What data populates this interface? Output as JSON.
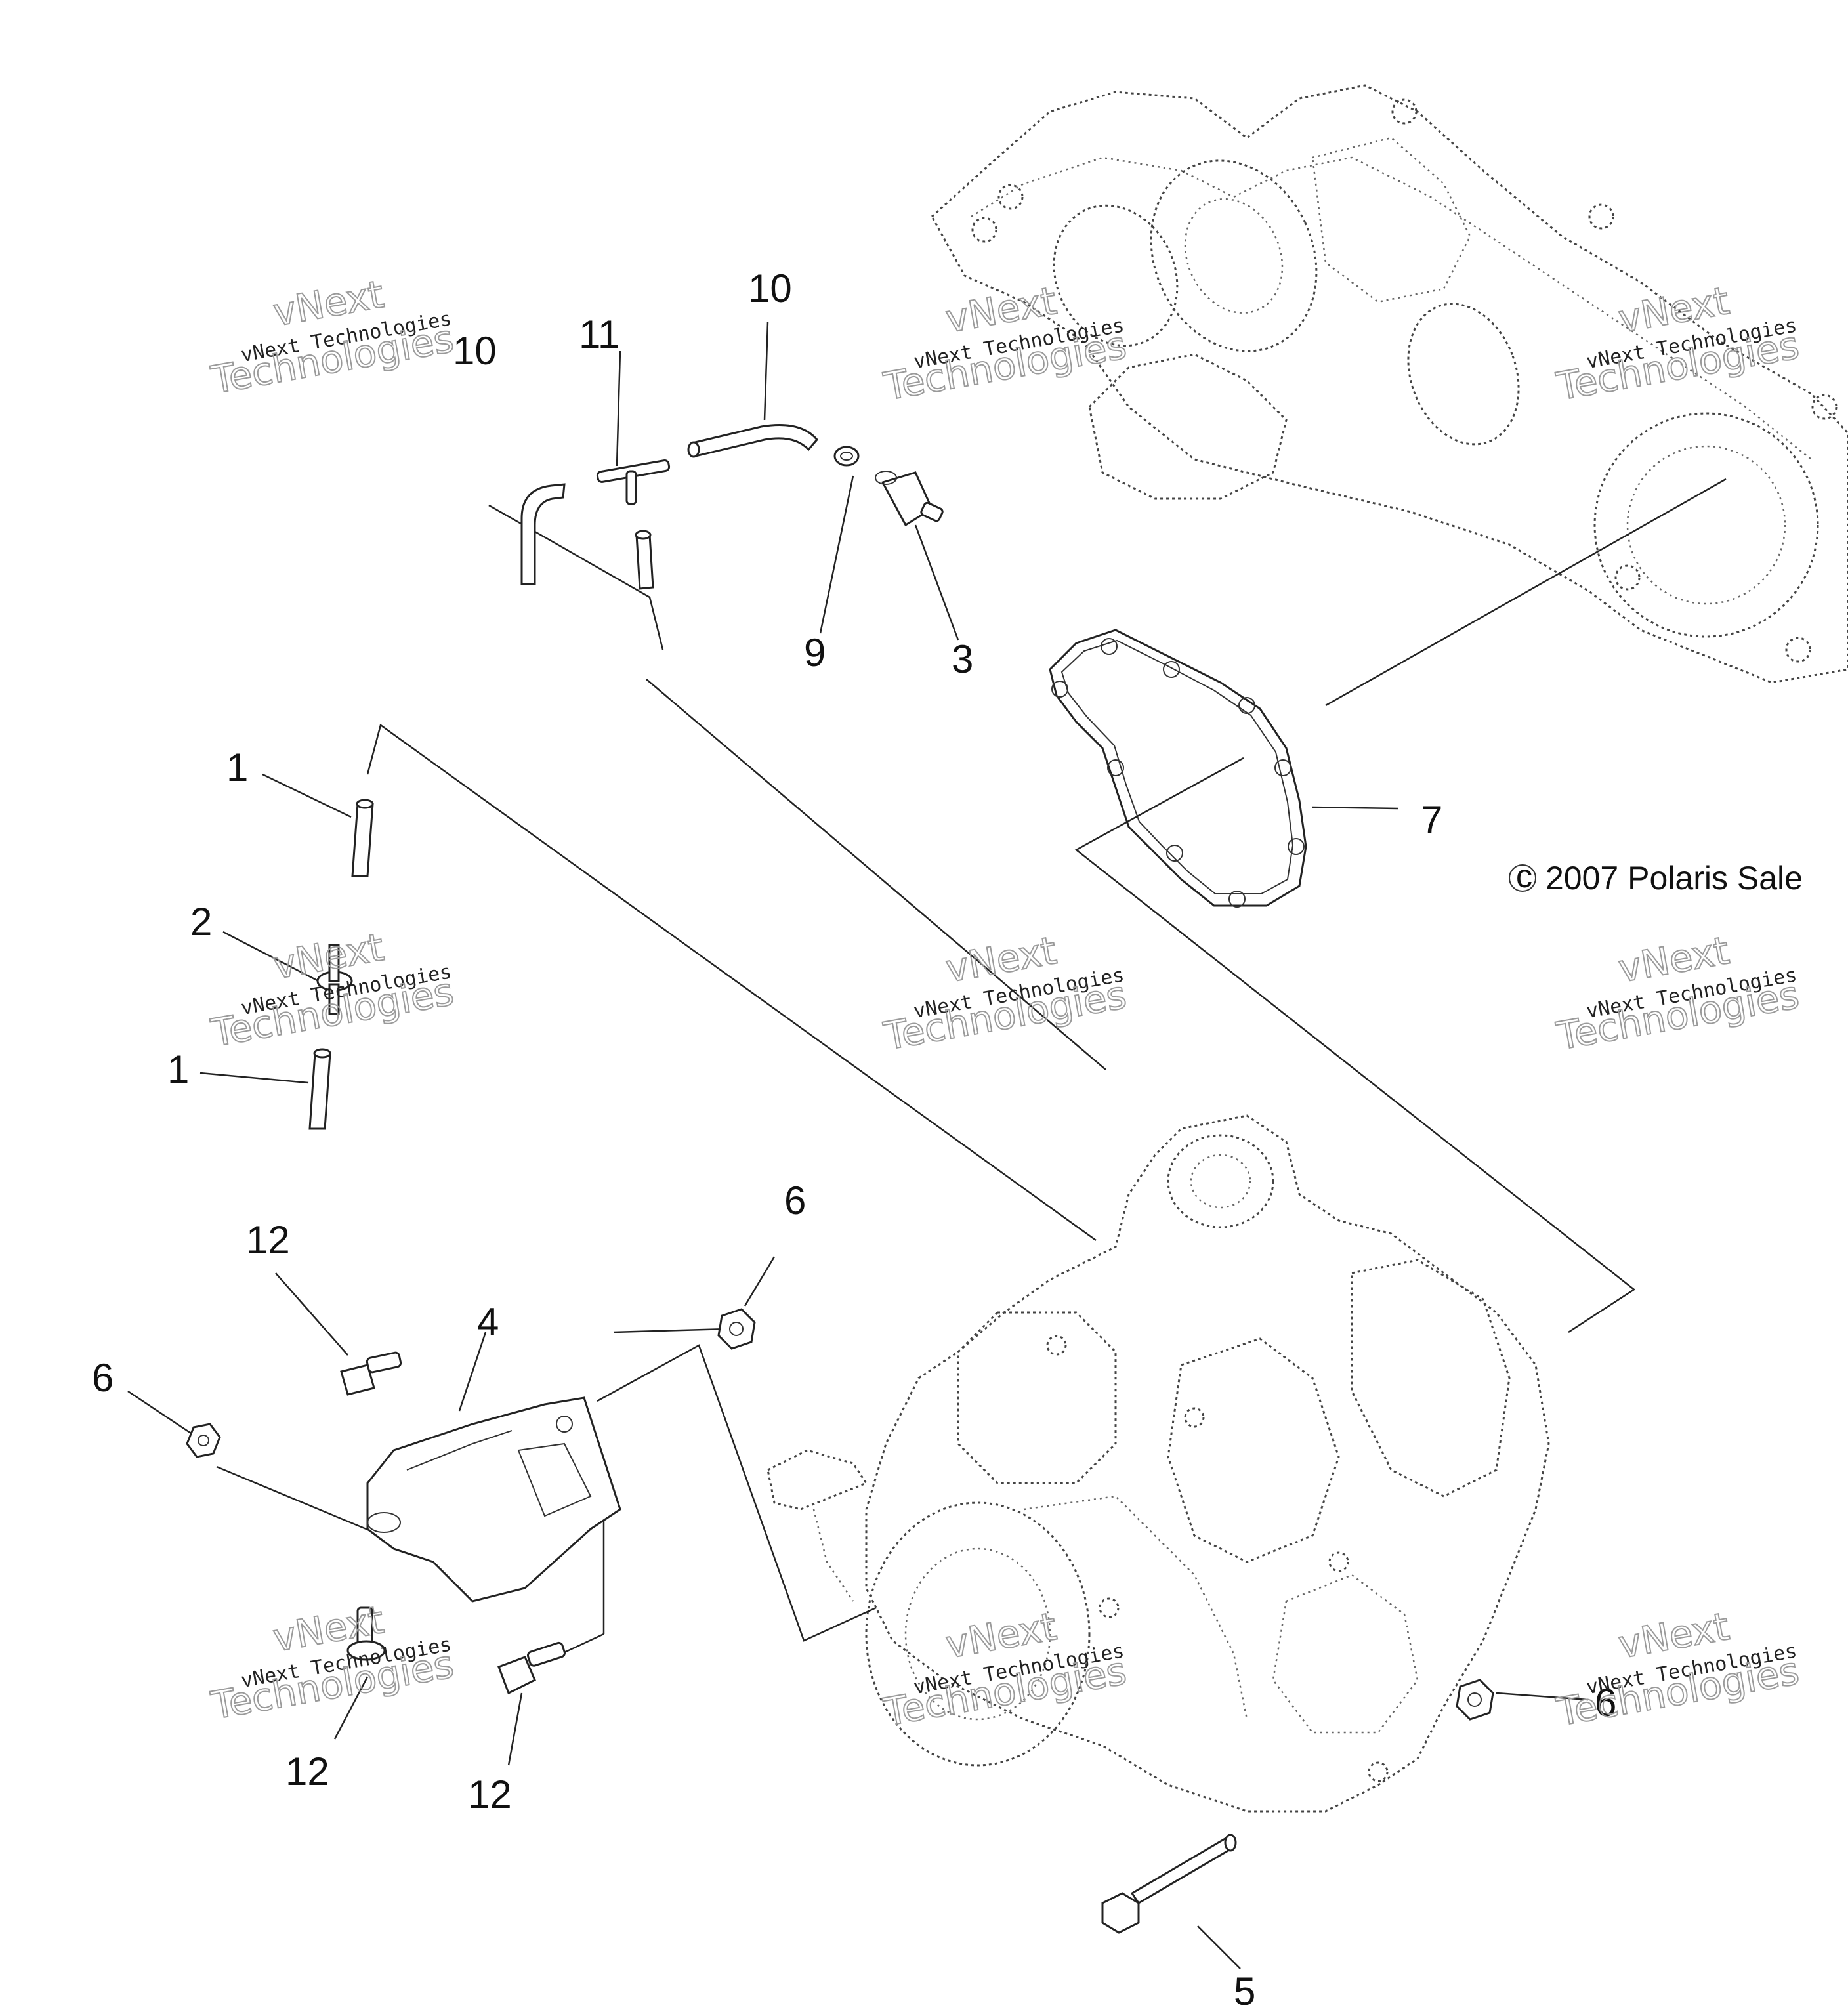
{
  "callouts": {
    "c1a": "1",
    "c1b": "1",
    "c2": "2",
    "c3": "3",
    "c4": "4",
    "c5": "5",
    "c6a": "6",
    "c6b": "6",
    "c6c": "6",
    "c7": "7",
    "c9": "9",
    "c10a": "10",
    "c10b": "10",
    "c11": "11",
    "c12a": "12",
    "c12b": "12",
    "c12c": "12"
  },
  "copyright": "2007 Polaris Sale",
  "watermark": {
    "line_small": "vNext Technologies",
    "line_big": "Technologies",
    "line_top": "vNext"
  }
}
